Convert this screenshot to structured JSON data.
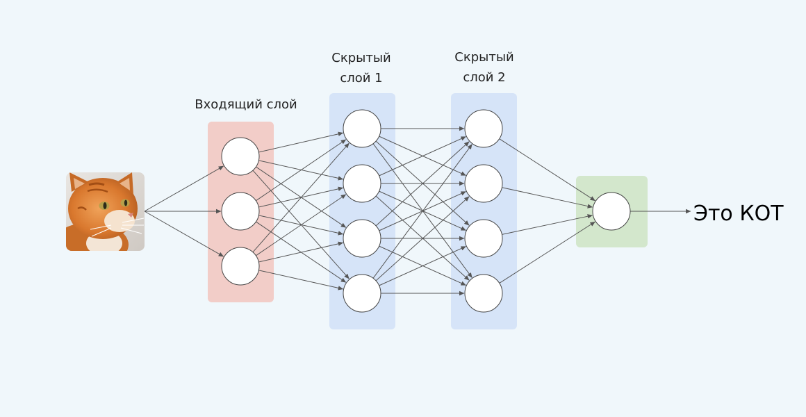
{
  "title": "",
  "labels": {
    "input": "Входящий слой",
    "hidden1_line1": "Скрытый",
    "hidden1_line2": "слой 1",
    "hidden2_line1": "Скрытый",
    "hidden2_line2": "слой 2",
    "output": "Это КОТ"
  },
  "layers": [
    {
      "id": "input",
      "neurons": 3
    },
    {
      "id": "hidden1",
      "neurons": 4
    },
    {
      "id": "hidden2",
      "neurons": 4
    },
    {
      "id": "output",
      "neurons": 1
    }
  ],
  "input_image": {
    "subject": "cat",
    "icon": "cat-photo-icon"
  },
  "colors": {
    "background": "#f0f7fb",
    "input_layer": "#f2cdc8",
    "hidden_layer": "#d6e4f8",
    "output_layer": "#d3e7cc",
    "edge": "#555555",
    "neuron_fill": "#ffffff",
    "neuron_stroke": "#444444"
  }
}
